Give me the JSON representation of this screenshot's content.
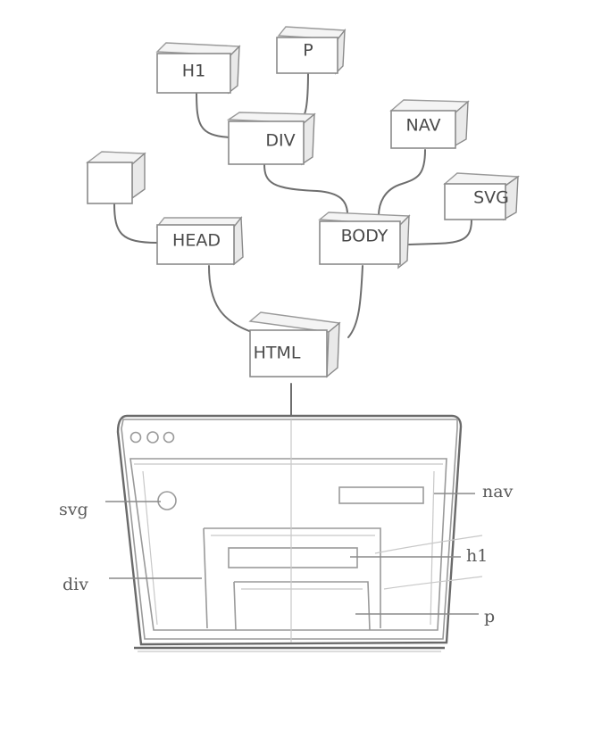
{
  "nodes": {
    "h1": "H1",
    "p": "P",
    "div": "DIV",
    "nav": "NAV",
    "head_child": "",
    "svg": "SVG",
    "head": "HEAD",
    "body": "BODY",
    "html": "HTML"
  },
  "annotations": {
    "svg": "svg",
    "div": "div",
    "nav": "nav",
    "h1": "h1",
    "p": "p"
  },
  "colors": {
    "ink": "#6e6e6e",
    "paper": "#ffffff"
  }
}
